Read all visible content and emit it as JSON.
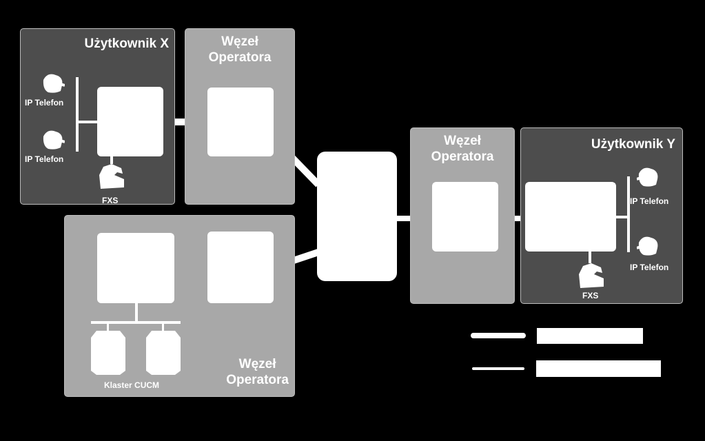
{
  "user_x": {
    "title": "Użytkownik X",
    "phone1_label": "IP Telefon",
    "phone2_label": "IP Telefon",
    "fxs_label": "FXS"
  },
  "node_x": {
    "title_line1": "Węzeł",
    "title_line2": "Operatora"
  },
  "node_bottom": {
    "title_line1": "Węzeł",
    "title_line2": "Operatora",
    "cluster_label": "Klaster CUCM"
  },
  "node_y": {
    "title_line1": "Węzeł",
    "title_line2": "Operatora"
  },
  "user_y": {
    "title": "Użytkownik Y",
    "phone1_label": "IP Telefon",
    "phone2_label": "IP Telefon",
    "fxs_label": "FXS"
  },
  "icons": {
    "ip_phone": "ip-phone-icon",
    "fxs_phone": "analog-phone-icon",
    "server": "server-icon"
  }
}
